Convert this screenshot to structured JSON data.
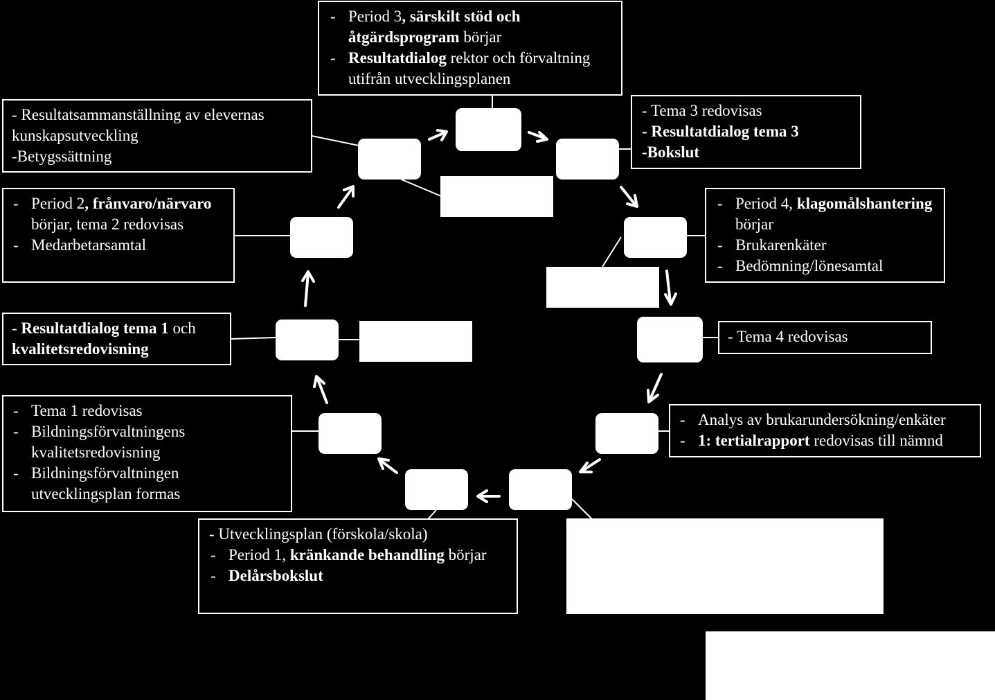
{
  "boxes": {
    "top": [
      {
        "pre": "Period 3",
        "b": ", särskilt stöd och åtgärdsprogram",
        "post": " börjar"
      },
      {
        "pre": "",
        "b": "Resultatdialog",
        "post": " rektor och förvaltning utifrån utvecklingsplanen"
      }
    ],
    "top_left": [
      {
        "pre": "- Resultatsammanställning av elevernas kunskapsutveckling",
        "b": "",
        "post": ""
      },
      {
        "pre": "-Betygssättning",
        "b": "",
        "post": ""
      }
    ],
    "top_right": [
      {
        "pre": "- Tema 3 redovisas",
        "b": "",
        "post": ""
      },
      {
        "pre": "",
        "b": "- Resultatdialog tema 3",
        "post": ""
      },
      {
        "pre": "",
        "b": "-Bokslut",
        "post": ""
      }
    ],
    "left_upper": [
      {
        "pre": "Period 2",
        "b": ", frånvaro/närvaro",
        "post": " börjar, tema 2 redovisas"
      },
      {
        "pre": "Medarbetarsamtal",
        "b": "",
        "post": ""
      }
    ],
    "right_upper": [
      {
        "pre": "Period 4, ",
        "b": "klagomålshantering",
        "post": " börjar"
      },
      {
        "pre": "Brukarenkäter",
        "b": "",
        "post": ""
      },
      {
        "pre": " Bedömning/lönesamtal",
        "b": "",
        "post": ""
      }
    ],
    "left_mid": [
      {
        "pre": "- ",
        "b": "Resultatdialog tema 1",
        "post": " och"
      },
      {
        "pre": "",
        "b": "kvalitetsredovisning",
        "post": ""
      }
    ],
    "right_mid": [
      {
        "pre": "- Tema 4 redovisas",
        "b": "",
        "post": ""
      }
    ],
    "left_lower": [
      {
        "pre": "Tema 1 redovisas",
        "b": "",
        "post": ""
      },
      {
        "pre": "Bildningsförvaltningens kvalitetsredovisning",
        "b": "",
        "post": ""
      },
      {
        "pre": "Bildningsförvaltningen utvecklingsplan formas",
        "b": "",
        "post": ""
      }
    ],
    "right_lower": [
      {
        "pre": "Analys av brukarundersökning/enkäter",
        "b": "",
        "post": ""
      },
      {
        "pre": "",
        "b": "1: tertialrapport",
        "post": " redovisas till nämnd"
      }
    ],
    "bottom": [
      {
        "pre": "- Utvecklingsplan (förskola/skola)",
        "b": "",
        "post": ""
      },
      {
        "pre": "Period 1, ",
        "b": "kränkande behandling",
        "post": " börjar"
      },
      {
        "pre": "",
        "b": "Delårsbokslut",
        "post": ""
      }
    ]
  },
  "colors": {
    "background": "#000000",
    "foreground": "#ffffff"
  }
}
